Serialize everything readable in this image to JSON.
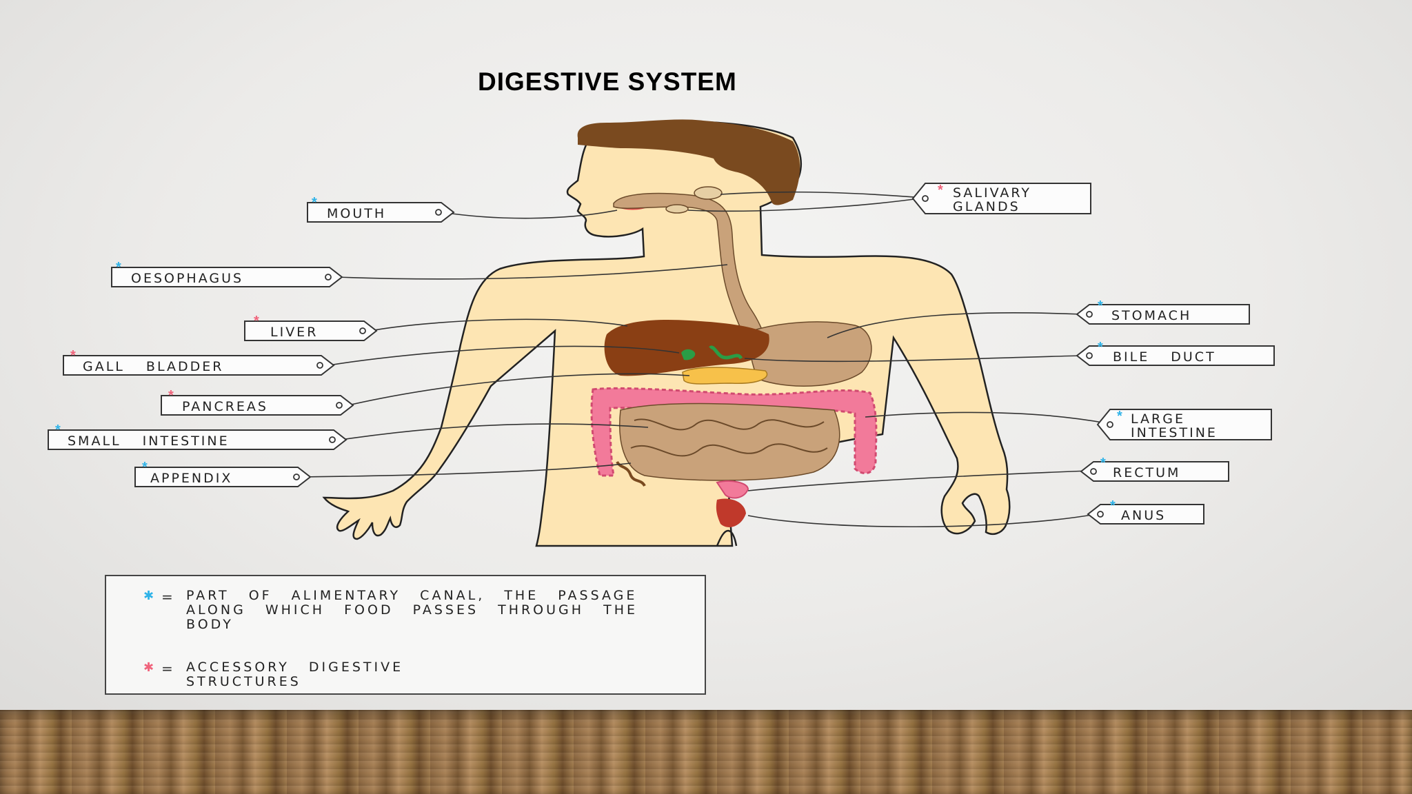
{
  "title": "DIGESTIVE SYSTEM",
  "colors": {
    "alimentary_star": "#2fb3e8",
    "accessory_star": "#f0637b",
    "skin": "#fde5b3",
    "hair": "#7a4a1f",
    "tract": "#c9a27a",
    "liver": "#8a3f14",
    "large_intestine": "#f27a9a",
    "pancreas": "#f7c14a",
    "gall_bladder": "#2a9d46",
    "rectum": "#c0392b"
  },
  "labels": {
    "mouth": "MOUTH",
    "oesophagus": "OESOPHAGUS",
    "liver": "LIVER",
    "gall_bladder": "GALL BLADDER",
    "pancreas": "PANCREAS",
    "small_intestine": "SMALL INTESTINE",
    "appendix": "APPENDIX",
    "salivary_line1": "SALIVARY",
    "salivary_line2": "GLANDS",
    "stomach": "STOMACH",
    "bile_duct": "BILE DUCT",
    "large_line1": "LARGE",
    "large_line2": "INTESTINE",
    "rectum": "RECTUM",
    "anus": "ANUS"
  },
  "legend": {
    "eq": "=",
    "alimentary_text": "PART OF ALIMENTARY CANAL, THE PASSAGE ALONG WHICH FOOD PASSES THROUGH THE BODY",
    "accessory_text": "ACCESSORY DIGESTIVE STRUCTURES"
  },
  "icons": {
    "star": "asterisk-icon"
  }
}
